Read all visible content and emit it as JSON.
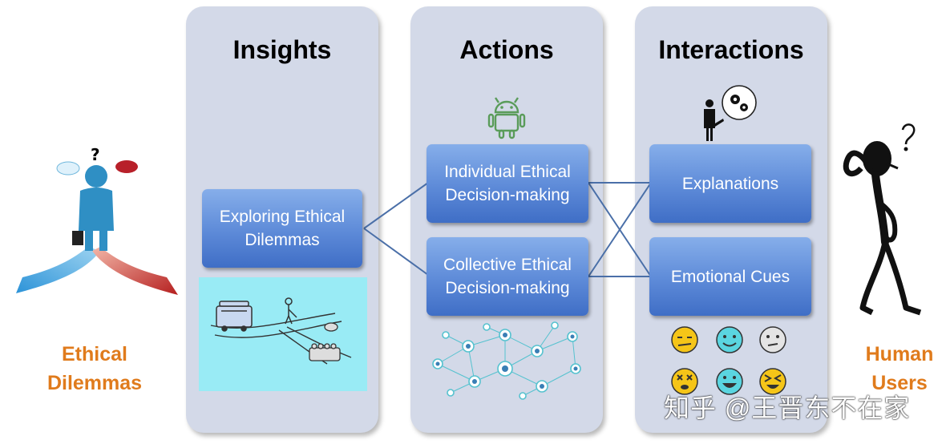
{
  "left_label": {
    "line1": "Ethical",
    "line2": "Dilemmas"
  },
  "right_label": {
    "line1": "Human",
    "line2": "Users"
  },
  "panels": [
    {
      "title": "Insights",
      "boxes": [
        "Exploring Ethical Dilemmas"
      ]
    },
    {
      "title": "Actions",
      "boxes": [
        "Individual Ethical Decision-making",
        "Collective Ethical Decision-making"
      ]
    },
    {
      "title": "Interactions",
      "boxes": [
        "Explanations",
        "Emotional Cues"
      ]
    }
  ],
  "icons": {
    "dilemma_person": "person-question-icon",
    "thinking_figure": "thinking-stick-figure-icon",
    "android": "android-robot-icon",
    "user_gear": "person-with-gears-icon",
    "network": "network-graph-icon",
    "trolley": "trolley-problem-illustration",
    "emotions": [
      "smug-face-icon",
      "smiling-face-icon",
      "neutral-face-icon",
      "dizzy-face-icon",
      "grinning-face-icon",
      "squinting-face-icon"
    ]
  },
  "colors": {
    "panel": "#d3d9e8",
    "box": "#5d8ad8",
    "label": "#e07b1c",
    "trolley_bg": "#99ebf5"
  },
  "question_mark": "?",
  "watermark": "知乎 @王晋东不在家"
}
